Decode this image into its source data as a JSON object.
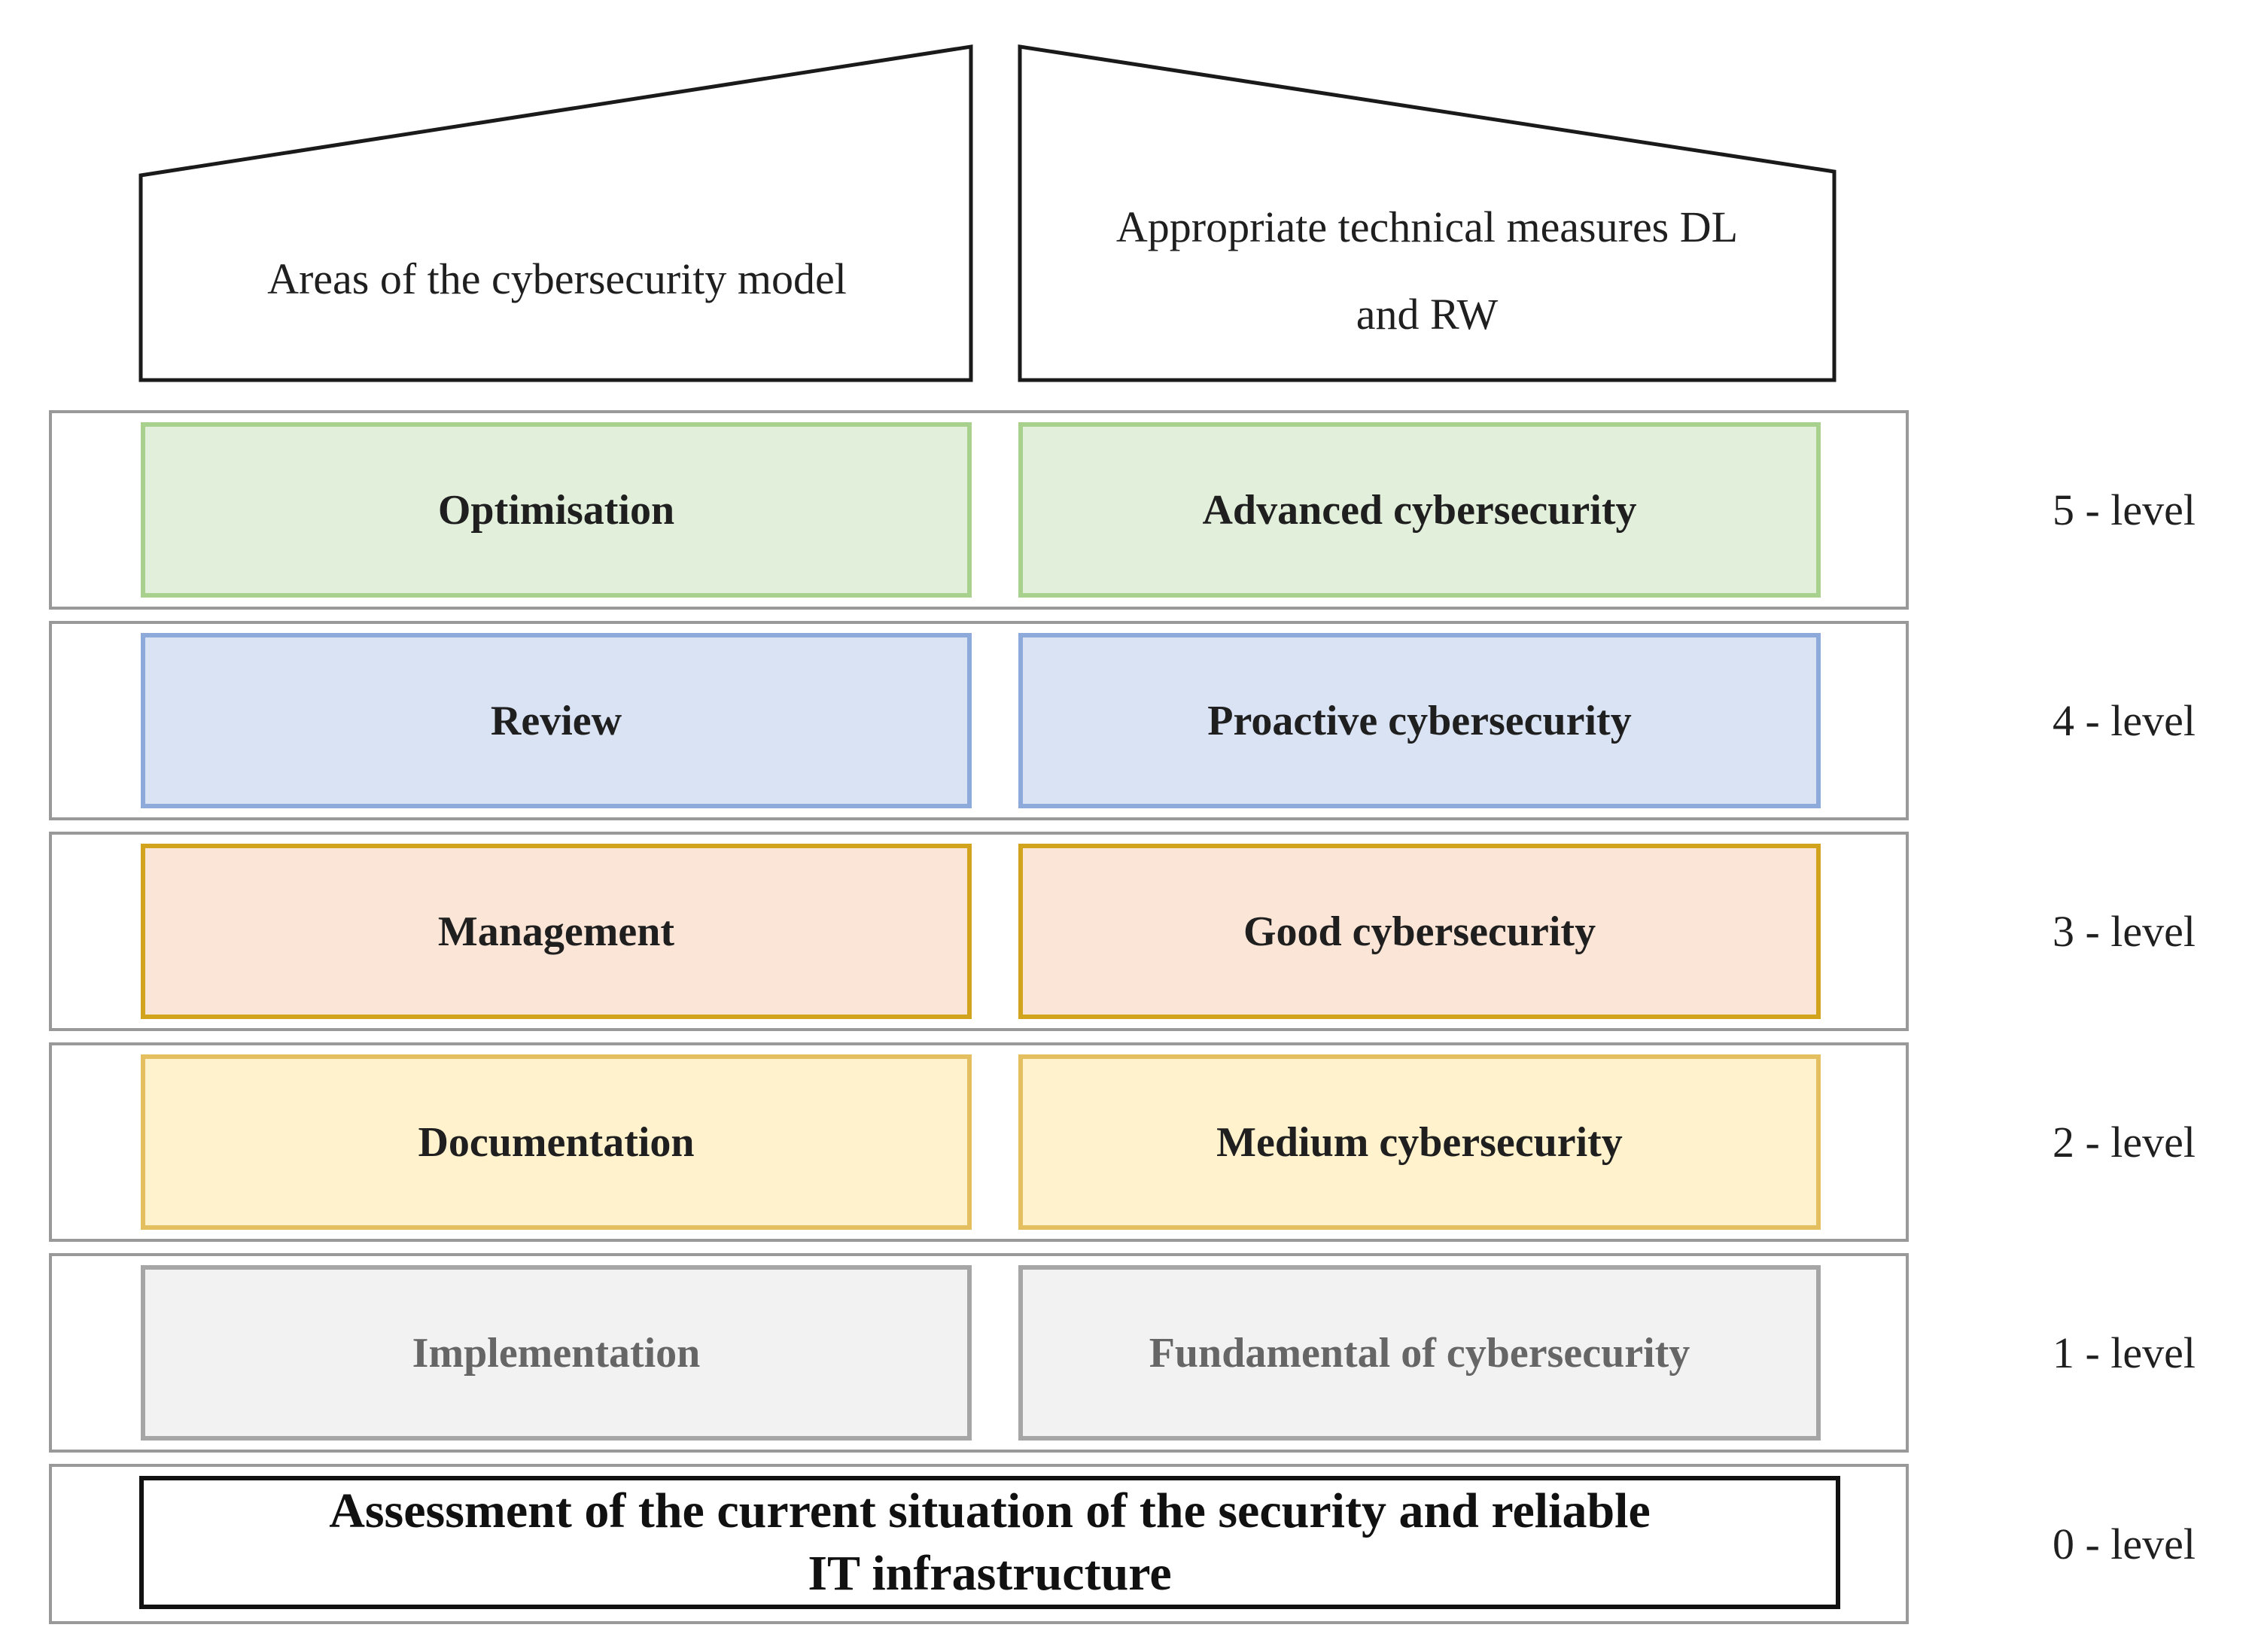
{
  "diagram": {
    "headers": {
      "left": "Areas of the cybersecurity model",
      "right_lines": [
        "Appropriate technical measures DL",
        "and RW"
      ]
    },
    "rows": [
      {
        "level": "5 - level",
        "area": "Optimisation",
        "measure": "Advanced cybersecurity",
        "fill": "#e2efda",
        "border": "#a9d18e",
        "text": "#1f1f1f"
      },
      {
        "level": "4 - level",
        "area": "Review",
        "measure": "Proactive cybersecurity",
        "fill": "#dae3f3",
        "border": "#8eaadb",
        "text": "#1f1f1f"
      },
      {
        "level": "3 - level",
        "area": "Management",
        "measure": "Good cybersecurity",
        "fill": "#fbe5d6",
        "border": "#d2a41e",
        "text": "#1f1f1f"
      },
      {
        "level": "2 - level",
        "area": "Documentation",
        "measure": "Medium cybersecurity",
        "fill": "#fff2cc",
        "border": "#e3bf5f",
        "text": "#1f1f1f"
      },
      {
        "level": "1 - level",
        "area": "Implementation",
        "measure": "Fundamental of cybersecurity",
        "fill": "#f2f2f2",
        "border": "#a6a6a6",
        "text": "#666666"
      }
    ],
    "base": {
      "level": "0 - level",
      "lines": [
        "Assessment of the current situation of the security and reliable",
        "IT infrastructure"
      ]
    },
    "colors": {
      "container_border": "#999999",
      "outline": "#1a1a1a",
      "background": "#ffffff"
    }
  }
}
